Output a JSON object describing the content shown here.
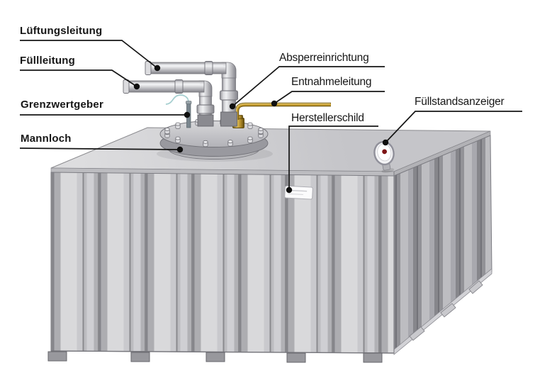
{
  "diagram_type": "labeled technical illustration of a storage tank with fittings",
  "labels": {
    "lueftungsleitung": "Lüftungsleitung",
    "fuellleitung": "Füllleitung",
    "grenzwertgeber": "Grenzwertgeber",
    "mannloch": "Mannloch",
    "absperreinrichtung": "Absperreinrichtung",
    "entnahmeleitung": "Entnahmeleitung",
    "herstellerschild": "Herstellerschild",
    "fuellstandsanzeiger": "Füllstandsanzeiger"
  },
  "colors": {
    "background": "#ffffff",
    "label_text": "#161616",
    "leader_line": "#151515",
    "tank_light": "#d8d8da",
    "tank_base": "#c6c6ca",
    "tank_groove": "#88888c",
    "tank_right_face": "#b9b9bd",
    "edge": "#7e7e84",
    "pipe_highlight": "#ededf0",
    "pipe_base": "#c5c5c9",
    "pipe_dark": "#8b8b91",
    "brass_dark": "#6b540f",
    "brass_mid": "#c49b2e",
    "brass_light": "#ecd27b",
    "gauge_face": "#ffffff",
    "gauge_dot": "#7e1517",
    "sensor_wire": "#a6cfd0"
  }
}
